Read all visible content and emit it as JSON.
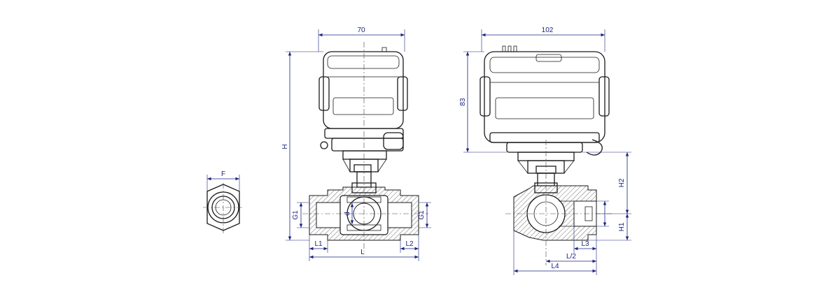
{
  "dimensions": {
    "front_width": "70",
    "side_width": "102",
    "side_height": "83",
    "overall_height": "H",
    "thread_left": "G1",
    "thread_right": "G1",
    "bore": "d",
    "length_l1": "L1",
    "length_l2": "L2",
    "length_total": "L",
    "end_flat": "F",
    "height_h1": "H1",
    "height_h2": "H2",
    "length_l3": "L3",
    "half_length": "L/2",
    "length_l4": "L4"
  },
  "colors": {
    "dimension": "#1a237e",
    "outline": "#1a1a1a"
  }
}
